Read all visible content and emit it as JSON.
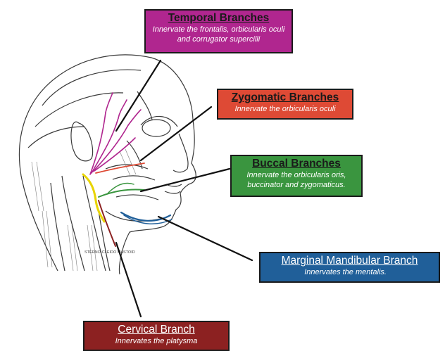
{
  "boxes": {
    "temporal": {
      "title": "Temporal Branches",
      "desc": "Innervate the frontalis, orbicularis oculi and corrugator supercilli",
      "color": "#b0268f"
    },
    "zygomatic": {
      "title": "Zygomatic Branches",
      "desc": "Innervate the orbicularis oculi",
      "color": "#de4a35"
    },
    "buccal": {
      "title": "Buccal Branches",
      "desc": "Innervate the orbicularis oris, buccinator and zygomaticus.",
      "color": "#3a953f"
    },
    "marginal": {
      "title": "Marginal Mandibular Branch",
      "desc": "Innervates the mentalis.",
      "color": "#205f99"
    },
    "cervical": {
      "title": "Cervical Branch",
      "desc": "Innervates the platysma",
      "color": "#8c2121"
    }
  },
  "nerve_colors": {
    "trunk": "#e8d400",
    "temporal": "#b0268f",
    "zygomatic": "#de4a35",
    "buccal": "#3a953f",
    "marginal": "#205f99",
    "cervical": "#8c2121"
  },
  "illustration": {
    "labels": [
      "STERNO-CLEIDO MASTOID"
    ]
  }
}
